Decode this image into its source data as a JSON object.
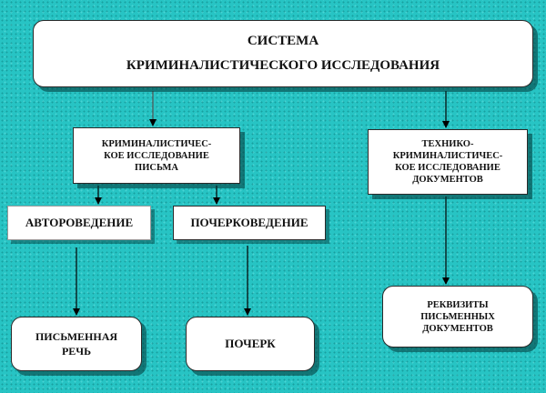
{
  "top": {
    "line1": "СИСТЕМА",
    "line2": "КРИМИНАЛИСТИЧЕСКОГО ИССЛЕДОВАНИЯ"
  },
  "writing_study": {
    "line1": "КРИМИНАЛИСТИЧЕС-",
    "line2": "КОЕ ИССЛЕДОВАНИЕ",
    "line3": "ПИСЬМА"
  },
  "tech_study": {
    "line1": "ТЕХНИКО-",
    "line2": "КРИМИНАЛИСТИЧЕС-",
    "line3": "КОЕ ИССЛЕДОВАНИЕ",
    "line4": "ДОКУМЕНТОВ"
  },
  "authorship": {
    "label": "АВТОРОВЕДЕНИЕ"
  },
  "handwriting_study": {
    "label": "ПОЧЕРКОВЕДЕНИЕ"
  },
  "written_speech": {
    "line1": "ПИСЬМЕННАЯ",
    "line2": "РЕЧЬ"
  },
  "handwriting": {
    "label": "ПОЧЕРК"
  },
  "requisites": {
    "line1": "РЕКВИЗИТЫ",
    "line2": "ПИСЬМЕННЫХ",
    "line3": "ДОКУМЕНТОВ"
  },
  "colors": {
    "background": "#27c4c4",
    "box": "#ffffff",
    "border": "#2a2a2a",
    "arrow": "#000000"
  }
}
